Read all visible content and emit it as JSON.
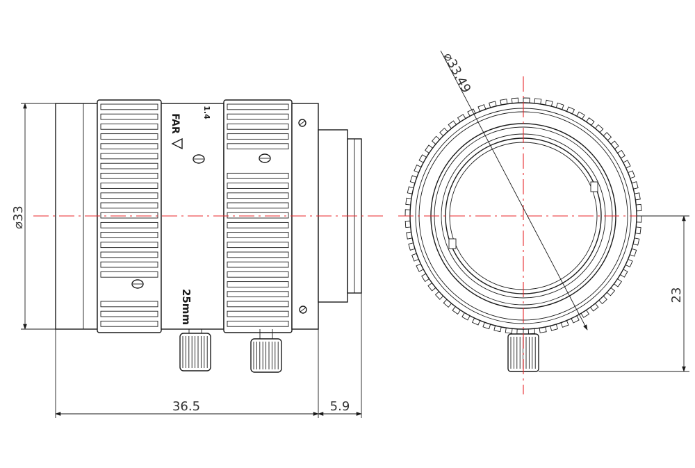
{
  "dimensions": {
    "diameter_side": "⌀33",
    "length_body": "36.5",
    "length_mount": "5.9",
    "diameter_front": "⌀33.49",
    "height_screw": "23"
  },
  "lens_markings": {
    "focus_far": "FAR",
    "iris_value": "1.4",
    "focal_length": "25mm"
  },
  "colors": {
    "line": "#1a1a1a",
    "centerline": "#e8262a",
    "dimension_text": "#333333"
  }
}
